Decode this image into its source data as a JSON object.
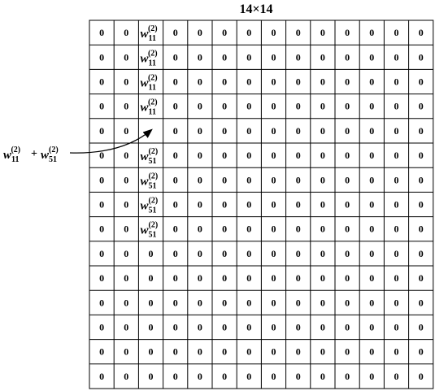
{
  "title": "14×14",
  "grid": {
    "rows": 15,
    "cols": 14,
    "zero": "0",
    "weight_a": {
      "base": "w",
      "sub": "11",
      "sup": "(2)"
    },
    "weight_b": {
      "base": "w",
      "sub": "51",
      "sup": "(2)"
    },
    "weight_a_rows": [
      0,
      1,
      2,
      3
    ],
    "weight_b_rows": [
      5,
      6,
      7,
      8
    ],
    "empty_cells": [
      [
        4,
        2
      ]
    ],
    "weight_col": 2
  },
  "annotation": {
    "term1": {
      "base": "w",
      "sub": "11",
      "sup": "(2)"
    },
    "plus": "+",
    "term2": {
      "base": "w",
      "sub": "51",
      "sup": "(2)"
    }
  }
}
